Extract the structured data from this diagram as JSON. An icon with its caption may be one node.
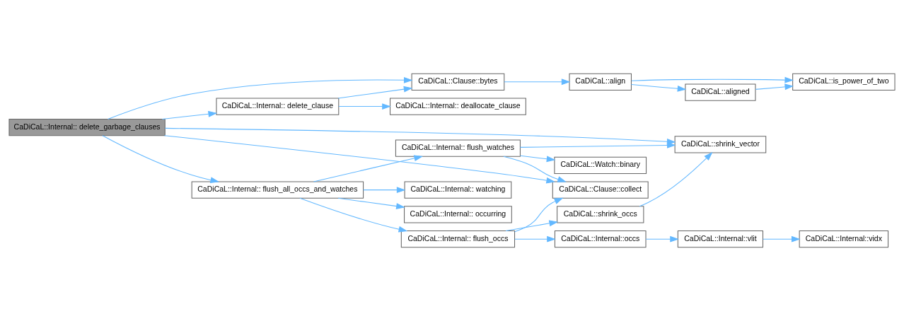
{
  "diagram": {
    "nodes": [
      {
        "text": [
          "CaDiCaL::Internal:: delete_garbage_clauses"
        ]
      },
      {
        "text": [
          "CaDiCaL::Clause::bytes"
        ]
      },
      {
        "text": [
          "CaDiCaL::align"
        ]
      },
      {
        "text": [
          "CaDiCaL::is_power_of_two"
        ]
      },
      {
        "text": [
          "CaDiCaL::aligned"
        ]
      },
      {
        "text": [
          "CaDiCaL::Internal:: delete_clause"
        ]
      },
      {
        "text": [
          "CaDiCaL::Internal:: deallocate_clause"
        ]
      },
      {
        "text": [
          "CaDiCaL::Internal:: flush_all_occs_and_watches"
        ]
      },
      {
        "text": [
          "CaDiCaL::Internal:: flush_occs"
        ]
      },
      {
        "text": [
          "CaDiCaL::Internal::occs"
        ]
      },
      {
        "text": [
          "CaDiCaL::Internal::vlit"
        ]
      },
      {
        "text": [
          "CaDiCaL::Internal::vidx"
        ]
      },
      {
        "text": [
          "CaDiCaL::shrink_occs"
        ]
      },
      {
        "text": [
          "CaDiCaL::Internal:: watching"
        ]
      },
      {
        "text": [
          "CaDiCaL::Internal:: occurring"
        ]
      },
      {
        "text": [
          "CaDiCaL::Clause::collect"
        ]
      },
      {
        "text": [
          "CaDiCaL::Internal:: flush_watches"
        ]
      },
      {
        "text": [
          "CaDiCaL::Watch::binary"
        ]
      },
      {
        "text": [
          "CaDiCaL::shrink_vector"
        ]
      }
    ],
    "edges": [
      {
        "from": 0,
        "to": 1,
        "arrow": "to"
      },
      {
        "from": 0,
        "to": 5,
        "arrow": "to"
      },
      {
        "from": 0,
        "to": 7,
        "arrow": "to"
      },
      {
        "from": 0,
        "to": 15,
        "arrow": "to"
      },
      {
        "from": 0,
        "to": 18,
        "arrow": "to"
      },
      {
        "from": 1,
        "to": 2,
        "arrow": "to"
      },
      {
        "from": 2,
        "to": 3,
        "arrow": "to"
      },
      {
        "from": 2,
        "to": 4,
        "arrow": "to"
      },
      {
        "from": 4,
        "to": 3,
        "arrow": "to"
      },
      {
        "from": 5,
        "to": 1,
        "arrow": "to"
      },
      {
        "from": 5,
        "to": 6,
        "arrow": "to"
      },
      {
        "from": 7,
        "to": 8,
        "arrow": "to"
      },
      {
        "from": 7,
        "to": 13,
        "arrow": "to"
      },
      {
        "from": 7,
        "to": 14,
        "arrow": "to"
      },
      {
        "from": 7,
        "to": 16,
        "arrow": "to"
      },
      {
        "from": 8,
        "to": 9,
        "arrow": "to"
      },
      {
        "from": 8,
        "to": 12,
        "arrow": "to"
      },
      {
        "from": 8,
        "to": 15,
        "arrow": "to"
      },
      {
        "from": 9,
        "to": 10,
        "arrow": "to"
      },
      {
        "from": 10,
        "to": 11,
        "arrow": "to"
      },
      {
        "from": 12,
        "to": 18,
        "arrow": "to"
      },
      {
        "from": 16,
        "to": 15,
        "arrow": "to"
      },
      {
        "from": 16,
        "to": 17,
        "arrow": "to"
      },
      {
        "from": 16,
        "to": 18,
        "arrow": "to"
      }
    ]
  }
}
